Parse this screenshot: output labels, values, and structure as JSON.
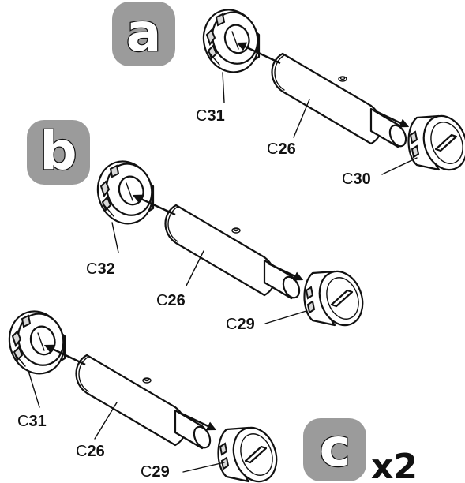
{
  "steps": [
    {
      "badge": "a",
      "parts": {
        "ring": {
          "prefix": "C",
          "number": "31"
        },
        "tube": {
          "prefix": "C",
          "number": "26"
        },
        "cap": {
          "prefix": "C",
          "number": "30"
        }
      }
    },
    {
      "badge": "b",
      "parts": {
        "ring": {
          "prefix": "C",
          "number": "32"
        },
        "tube": {
          "prefix": "C",
          "number": "26"
        },
        "cap": {
          "prefix": "C",
          "number": "29"
        }
      }
    },
    {
      "badge": "c",
      "multiplier": "x2",
      "parts": {
        "ring": {
          "prefix": "C",
          "number": "31"
        },
        "tube": {
          "prefix": "C",
          "number": "26"
        },
        "cap": {
          "prefix": "C",
          "number": "29"
        }
      }
    }
  ],
  "colors": {
    "badge": "#9b9b9b",
    "ink": "#111111",
    "shading": "#d9d9d9"
  }
}
